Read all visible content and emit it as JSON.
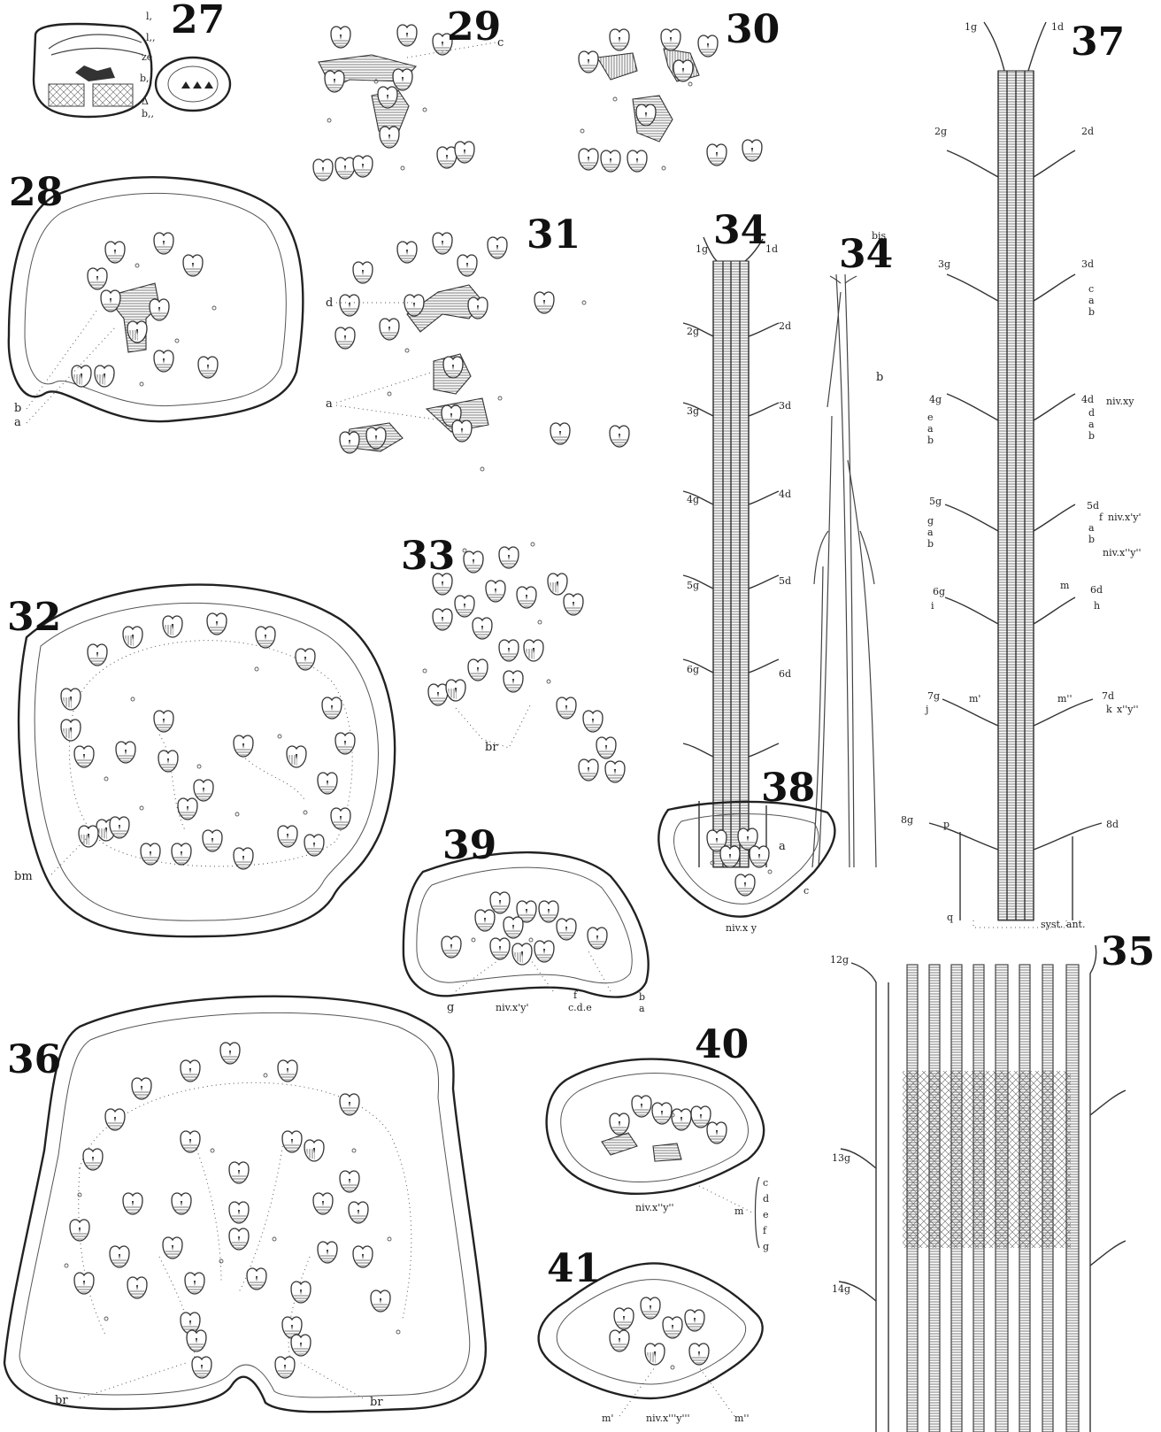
{
  "figures": {
    "f27": {
      "number": "27",
      "labels": {
        "l1": "l,",
        "l2": "l,,",
        "ze": "ze",
        "b1": "b,",
        "delta": "Δ",
        "b2": "b,,"
      }
    },
    "f28": {
      "number": "28",
      "labels": {
        "b": "b",
        "a": "a"
      }
    },
    "f29": {
      "number": "29",
      "labels": {
        "c": "c"
      }
    },
    "f30": {
      "number": "30"
    },
    "f31": {
      "number": "31",
      "labels": {
        "d": "d",
        "a": "a"
      }
    },
    "f32": {
      "number": "32",
      "labels": {
        "bm": "bm"
      }
    },
    "f33": {
      "number": "33",
      "labels": {
        "br": "br"
      }
    },
    "f34": {
      "number": "34",
      "left": [
        "1g",
        "2g",
        "3g",
        "4g",
        "5g",
        "6g"
      ],
      "right": [
        "1d",
        "2d",
        "3d",
        "4d",
        "5d",
        "6d"
      ],
      "labels": {
        "a": "a"
      }
    },
    "f34bis": {
      "number": "34",
      "suffix": "bis",
      "labels": {
        "b": "b"
      }
    },
    "f35": {
      "number": "35",
      "left": [
        "12g",
        "13g",
        "14g"
      ]
    },
    "f36": {
      "number": "36",
      "labels": {
        "br_left": "br",
        "br_right": "br"
      }
    },
    "f37": {
      "number": "37",
      "left": [
        "1g",
        "2g",
        "3g",
        "4g",
        "5g",
        "6g",
        "7g",
        "8g"
      ],
      "right": [
        "1d",
        "2d",
        "3d",
        "4d",
        "5d",
        "6d",
        "7d",
        "8d"
      ],
      "labels": {
        "c": "c",
        "a1": "a",
        "b1": "b",
        "niv_xy": "niv.xy",
        "d": "d",
        "a2": "a",
        "b2": "b",
        "e": "e",
        "a3": "a",
        "b3": "b",
        "f": "f",
        "niv_x1y1": "niv.x'y'",
        "a4": "a",
        "b4": "b",
        "niv_x2y2": "niv.x''y''",
        "g": "g",
        "a5": "a",
        "b5": "b",
        "m": "m",
        "h": "h",
        "i": "i",
        "m1": "m'",
        "m2": "m''",
        "j": "j",
        "k": "k",
        "x2y2": "x''y''",
        "p": "p",
        "q": "q",
        "syst_ant": "syst. ant."
      }
    },
    "f38": {
      "number": "38",
      "labels": {
        "c": "c",
        "niv": "niv.x y"
      }
    },
    "f39": {
      "number": "39",
      "labels": {
        "g": "g",
        "niv": "niv.x'y'",
        "f": "f",
        "cde": "c.d.e",
        "b": "b",
        "a": "a"
      }
    },
    "f40": {
      "number": "40",
      "labels": {
        "niv": "niv.x''y''",
        "m": "m",
        "c": "c",
        "d": "d",
        "e": "e",
        "f": "f",
        "g": "g"
      }
    },
    "f41": {
      "number": "41",
      "labels": {
        "m1": "m'",
        "niv": "niv.x'''y'''",
        "m2": "m''"
      }
    }
  }
}
